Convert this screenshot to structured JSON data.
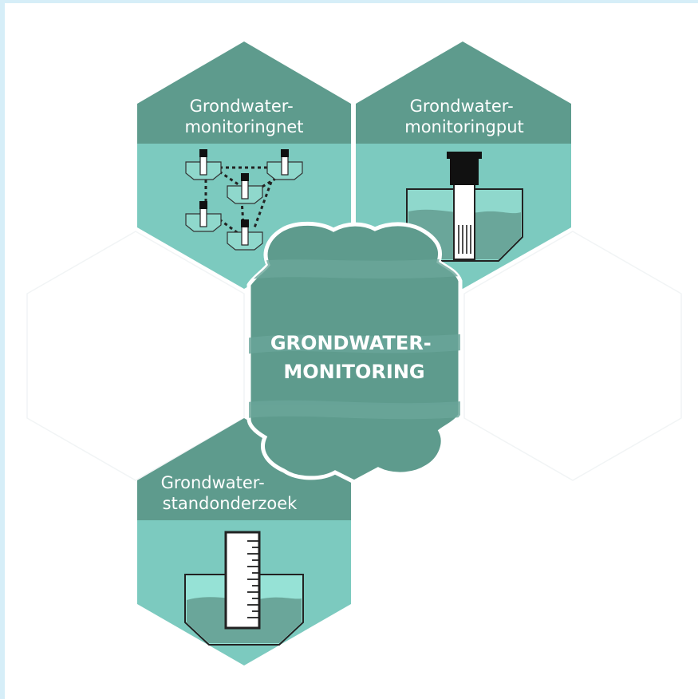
{
  "diagram": {
    "center": {
      "line1": "GRONDWATER-",
      "line2": "MONITORING"
    },
    "tiles": [
      {
        "id": "monitoringnet",
        "line1": "Grondwater-",
        "line2": "monitoringnet",
        "icon": "well-network-icon"
      },
      {
        "id": "monitoringput",
        "line1": "Grondwater-",
        "line2": "monitoringput",
        "icon": "monitoring-well-icon"
      },
      {
        "id": "standonderzoek",
        "line1": "Grondwater-",
        "line2": "standonderzoek",
        "icon": "water-level-gauge-icon"
      }
    ],
    "colors": {
      "background": "#d6eef8",
      "tile_header": "#5e9b8d",
      "tile_body": "#7ccabf",
      "center": "#5e9b8d",
      "water_light": "#96e2d6",
      "water_dark": "#6aa69a",
      "outline": "#2b2b2b"
    }
  }
}
